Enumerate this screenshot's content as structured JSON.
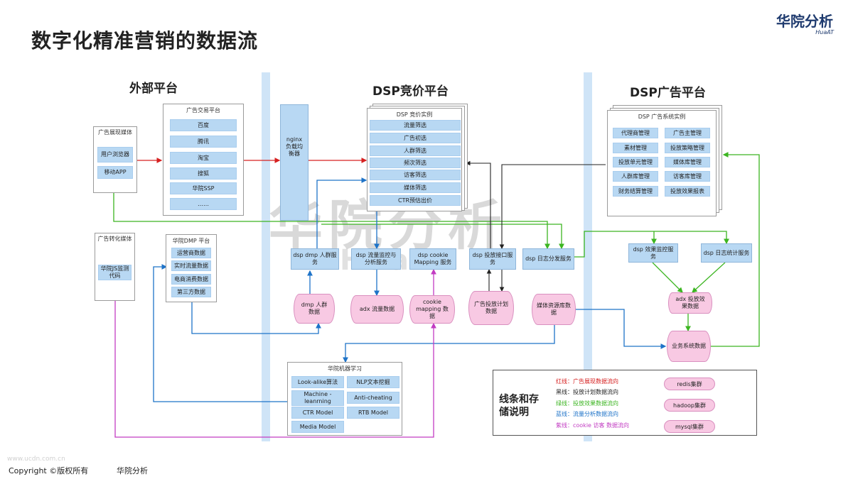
{
  "title": "数字化精准营销的数据流",
  "logo": {
    "cn": "华院分析",
    "en": "HuaAT"
  },
  "sections": {
    "external": "外部平台",
    "dsp_bid": "DSP竞价平台",
    "dsp_ad": "DSP广告平台"
  },
  "external": {
    "media": {
      "title": "广告展现媒体",
      "items": [
        "用户浏览器",
        "移动APP"
      ]
    },
    "exchange": {
      "title": "广告交易平台",
      "items": [
        "百度",
        "腾讯",
        "淘宝",
        "搜狐",
        "华院SSP",
        "……"
      ]
    },
    "conversion": {
      "title": "广告转化媒体",
      "items": [
        "华院JS监测代码"
      ]
    },
    "dmp": {
      "title": "华院DMP 平台",
      "items": [
        "运营商数据",
        "实时流量数据",
        "电商消费数据",
        "第三方数据"
      ]
    }
  },
  "nginx": "nginx 负载均衡器",
  "bid_instance": {
    "title": "DSP 竞价实例",
    "items": [
      "流量筛选",
      "广告初选",
      "人群筛选",
      "频次筛选",
      "访客筛选",
      "媒体筛选",
      "CTR预估出价"
    ]
  },
  "ad_instance": {
    "title": "DSP 广告系统实例",
    "items": [
      "代理商管理",
      "广告主管理",
      "素材管理",
      "投放策略管理",
      "投放单元管理",
      "媒体库管理",
      "人群库管理",
      "访客库管理",
      "财务结算管理",
      "投放效果报表"
    ]
  },
  "services": {
    "dmp_crowd": "dsp dmp 人群服务",
    "traffic": "dsp 流量监控与分析服务",
    "cookie": "dsp cookie Mapping 服务",
    "delivery": "dsp 投放接口服务",
    "log": "dsp 日志分发服务",
    "effect": "dsp 效果监控服务",
    "stats": "dsp 日志统计服务"
  },
  "stores": {
    "dmp_data": "dmp 人群数据",
    "adx_traffic": "adx 流量数据",
    "cookie_data": "cookie mapping 数据",
    "plan_data": "广告投放计划数据",
    "media_lib": "媒体资源库数据",
    "adx_effect": "adx 投放效果数据",
    "business": "业务系统数据"
  },
  "ml": {
    "title": "华院机器学习",
    "items": [
      "Look-alike算法",
      "NLP文本挖掘",
      "Machine - leanrning",
      "Anti-cheating",
      "CTR Model",
      "RTB Model",
      "Media Model"
    ]
  },
  "legend": {
    "title": "线条和存储说明",
    "lines": [
      {
        "text": "红线：广告展现数据流向",
        "color": "#d62020"
      },
      {
        "text": "黑线：投放计划数据流向",
        "color": "#222222"
      },
      {
        "text": "绿线：投放效果数据流向",
        "color": "#3cb521"
      },
      {
        "text": "蓝线：流量分析数据流向",
        "color": "#1e73c8"
      },
      {
        "text": "紫线：cookie 访客 数据流向",
        "color": "#c23cc2"
      }
    ],
    "stores": [
      "redis集群",
      "hadoop集群",
      "mysql集群"
    ]
  },
  "watermark": {
    "cn": "华院分析",
    "en": "HuaAT"
  },
  "footer": {
    "copyright": "Copyright ©版权所有",
    "company": "华院分析"
  },
  "footer_faint": "www.ucdn.com.cn",
  "colors": {
    "red": "#d62020",
    "black": "#222222",
    "green": "#3cb521",
    "blue": "#1e73c8",
    "purple": "#c23cc2",
    "band": "#cfe4f7",
    "item": "#b8d8f3",
    "store": "#f8c9e3"
  }
}
